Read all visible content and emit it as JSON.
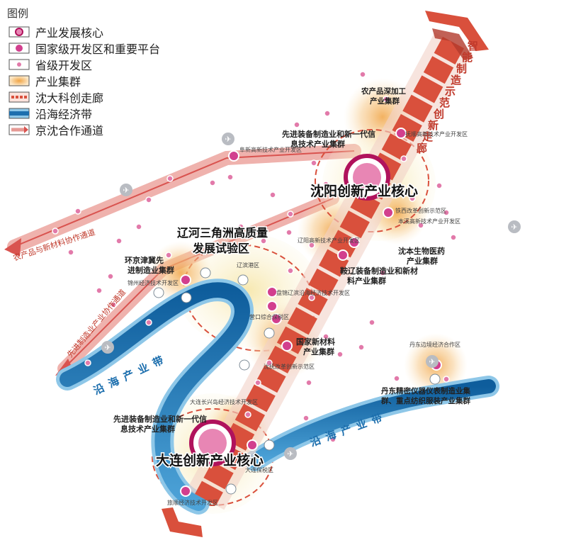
{
  "legend": {
    "title": "图例",
    "items": [
      {
        "label": "产业发展核心",
        "icon": "core-symbol-icon"
      },
      {
        "label": "国家级开发区和重要平台",
        "icon": "national-zone-icon"
      },
      {
        "label": "省级开发区",
        "icon": "provincial-zone-icon"
      },
      {
        "label": "产业集群",
        "icon": "cluster-icon"
      },
      {
        "label": "沈大科创走廊",
        "icon": "corridor-icon"
      },
      {
        "label": "沿海经济带",
        "icon": "coastal-belt-icon"
      },
      {
        "label": "京沈合作通道",
        "icon": "channel-icon"
      }
    ]
  },
  "labels": {
    "shenyang_core": "沈阳创新产业核心",
    "dalian_core": "大连创新产业核心",
    "liaohe_zone": "辽河三角洲高质量发展试验区",
    "corridor_top": "智能制造示范创新走廊",
    "coastal_left": "沿海产业带",
    "coastal_right": "沿海产业带",
    "channel_agri": "农产品与新材料协作通道",
    "channel_mfg": "先进制造业产业协作通道",
    "cluster_agri_deep": "农产品深加工产业集群",
    "cluster_sy_equip": "先进装备制造业和新一代信息技术产业集群",
    "cluster_bio": "沈本生物医药产业集群",
    "cluster_liaojiang": "鞍辽装备制造业和新材料产业集群",
    "cluster_huanjin": "环京津冀先进制造业集群",
    "cluster_newmat": "国家新材料产业集群",
    "cluster_dandong": "丹东精密仪器仪表制造业集群、重点纺织服装产业集群",
    "cluster_dl_equip": "先进装备制造业和新一代信息技术产业集群",
    "zone_dandong": "丹东边境经济合作区",
    "zone_fushun": "抚顺高新技术产业开发区",
    "zone_tiexi": "铁西改革创新示范区",
    "zone_benxi": "本溪高新技术产业开发区",
    "zone_anshan": "辽阳高新技术产业开发区",
    "zone_fuxin": "阜新高新技术产业开发区",
    "zone_jinzhou": "锦州经济技术开发区",
    "zone_yingkou": "营口综合保税区",
    "zone_panjin": "盘锦辽滨沿海经济技术开发区",
    "zone_port": "辽滨港区",
    "zone_dalian_jinpu": "大连长兴岛经济技术开发区",
    "zone_dalian_bonded": "大连保税区",
    "zone_lvshun": "旅顺经济技术开发区",
    "zone_shenfu": "沈抚改革创新示范区"
  },
  "colors": {
    "corridor": "#d9503c",
    "corridor_dark": "#b23a2c",
    "coastal": "#1d6fae",
    "coastal_light": "#8ec7e8",
    "cluster": "#f3b25c",
    "cluster_light": "#fbe6b8",
    "core_ring": "#b0125c",
    "dot": "#d23f8e",
    "channel": "#e59a95"
  }
}
